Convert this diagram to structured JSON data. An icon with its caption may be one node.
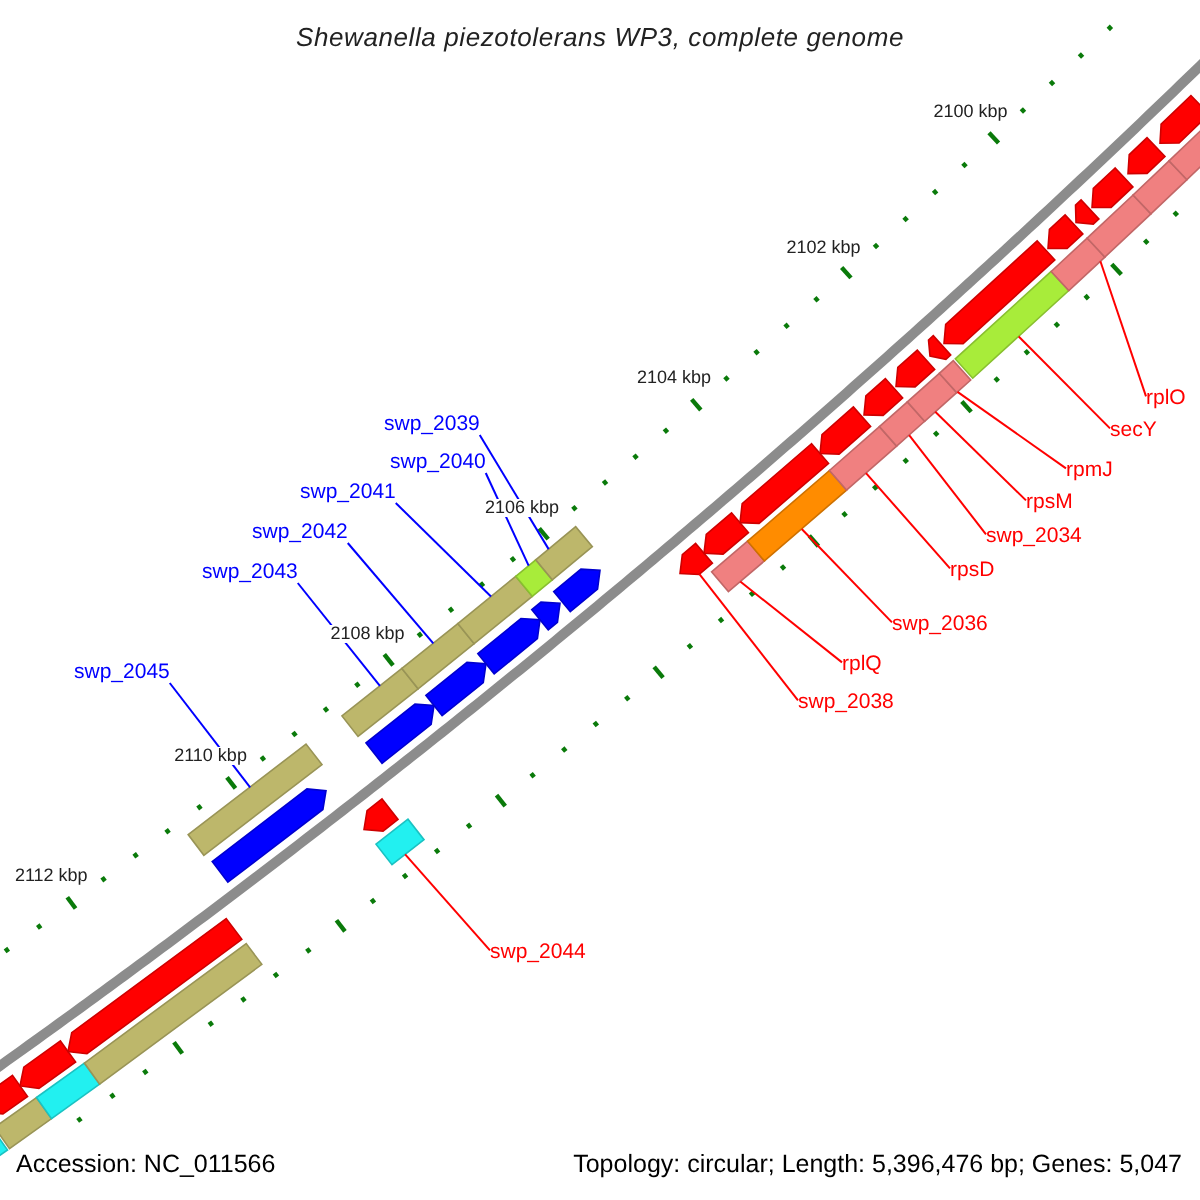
{
  "diagram": {
    "title": "Shewanella piezotolerans WP3, complete genome",
    "nodes": [
      {
        "text": [
          "rplO"
        ]
      },
      {
        "text": [
          "swp_2039"
        ]
      },
      {
        "text": [
          "secY"
        ]
      },
      {
        "text": [
          "swp_2040"
        ]
      },
      {
        "text": [
          "rpmJ"
        ]
      },
      {
        "text": [
          "swp_2041"
        ]
      },
      {
        "text": [
          "rpsM"
        ]
      },
      {
        "text": [
          "swp_2042"
        ]
      },
      {
        "text": [
          "swp_2034"
        ]
      },
      {
        "text": [
          "rpsD"
        ]
      },
      {
        "text": [
          "swp_2043"
        ]
      },
      {
        "text": [
          "swp_2036"
        ]
      },
      {
        "text": [
          "rplQ"
        ]
      },
      {
        "text": [
          "swp_2045"
        ]
      },
      {
        "text": [
          "swp_2038"
        ]
      },
      {
        "text": [
          "swp_2044"
        ]
      },
      {
        "text": [],
        "shape": "bar"
      },
      {
        "text": [],
        "shape": "pentagon"
      },
      {
        "text": [],
        "shape": "bar"
      },
      {
        "text": [],
        "shape": "pentagon"
      },
      {
        "text": [],
        "shape": "bar"
      },
      {
        "text": [],
        "shape": "pentagon"
      },
      {
        "text": [],
        "shape": "bar"
      },
      {
        "text": [],
        "shape": "bar"
      },
      {
        "text": [],
        "shape": "pentagon"
      },
      {
        "text": [],
        "shape": "bar"
      },
      {
        "text": [],
        "shape": "pentagon"
      },
      {
        "text": [],
        "shape": "pentagon"
      },
      {
        "text": [],
        "shape": "bar"
      },
      {
        "text": [],
        "shape": "bar"
      },
      {
        "text": [],
        "shape": "pentagon"
      },
      {
        "text": [],
        "shape": "bar"
      },
      {
        "text": [],
        "shape": "pentagon"
      },
      {
        "text": [],
        "shape": "bar"
      },
      {
        "text": [],
        "shape": "pentagon"
      },
      {
        "text": [],
        "shape": "bar"
      },
      {
        "text": [],
        "shape": "pentagon"
      },
      {
        "text": [],
        "shape": "pentagon"
      },
      {
        "text": [],
        "shape": "pentagon"
      },
      {
        "text": [],
        "shape": "bar"
      },
      {
        "text": [],
        "shape": "pentagon"
      },
      {
        "text": [],
        "shape": "bar"
      },
      {
        "text": [],
        "shape": "pentagon"
      },
      {
        "text": [],
        "shape": "bar"
      },
      {
        "text": [],
        "shape": "pentagon"
      },
      {
        "text": [],
        "shape": "bar"
      },
      {
        "text": [],
        "shape": "pentagon"
      },
      {
        "text": [],
        "shape": "bar"
      },
      {
        "text": [],
        "shape": "pentagon"
      },
      {
        "text": [],
        "shape": "pentagon"
      },
      {
        "text": [],
        "shape": "bar"
      },
      {
        "text": [],
        "shape": "bar"
      },
      {
        "text": [],
        "shape": "pentagon"
      },
      {
        "text": [],
        "shape": "bar"
      },
      {
        "text": [],
        "shape": "pentagon"
      },
      {
        "text": [],
        "shape": "pentagon"
      },
      {
        "text": [],
        "shape": "bar"
      },
      {
        "text": [],
        "shape": "pentagon"
      },
      {
        "text": [],
        "shape": "bar"
      },
      {
        "text": [],
        "shape": "pentagon"
      },
      {
        "text": [],
        "shape": "bar"
      }
    ],
    "edges": [
      {
        "from": 0,
        "to": 56,
        "arrow": "none"
      },
      {
        "from": 1,
        "to": 35,
        "arrow": "none",
        "color": "#0000ff"
      },
      {
        "from": 2,
        "to": 51,
        "arrow": "none"
      },
      {
        "from": 3,
        "to": 33,
        "arrow": "none",
        "color": "#0000ff"
      },
      {
        "from": 4,
        "to": 50,
        "arrow": "none"
      },
      {
        "from": 5,
        "to": 31,
        "arrow": "none",
        "color": "#0000ff"
      },
      {
        "from": 6,
        "to": 47,
        "arrow": "none"
      },
      {
        "from": 7,
        "to": 29,
        "arrow": "none",
        "color": "#0000ff"
      },
      {
        "from": 8,
        "to": 45,
        "arrow": "none"
      },
      {
        "from": 9,
        "to": 43,
        "arrow": "none"
      },
      {
        "from": 10,
        "to": 25,
        "arrow": "none",
        "color": "#0000ff"
      },
      {
        "from": 11,
        "to": 41,
        "arrow": "none"
      },
      {
        "from": 12,
        "to": 39,
        "arrow": "none"
      },
      {
        "from": 13,
        "to": 23,
        "arrow": "none",
        "color": "#0000ff"
      },
      {
        "from": 14,
        "to": 37,
        "arrow": "none"
      },
      {
        "from": 15,
        "to": 28,
        "arrow": "none"
      }
    ],
    "labels": [
      "2100 kbp",
      "2102 kbp",
      "2104 kbp",
      "2106 kbp",
      "2108 kbp",
      "2110 kbp",
      "2112 kbp",
      "Accession: NC_011566",
      "Topology: circular; Length: 5,396,476 bp; Genes: 5,047"
    ]
  }
}
